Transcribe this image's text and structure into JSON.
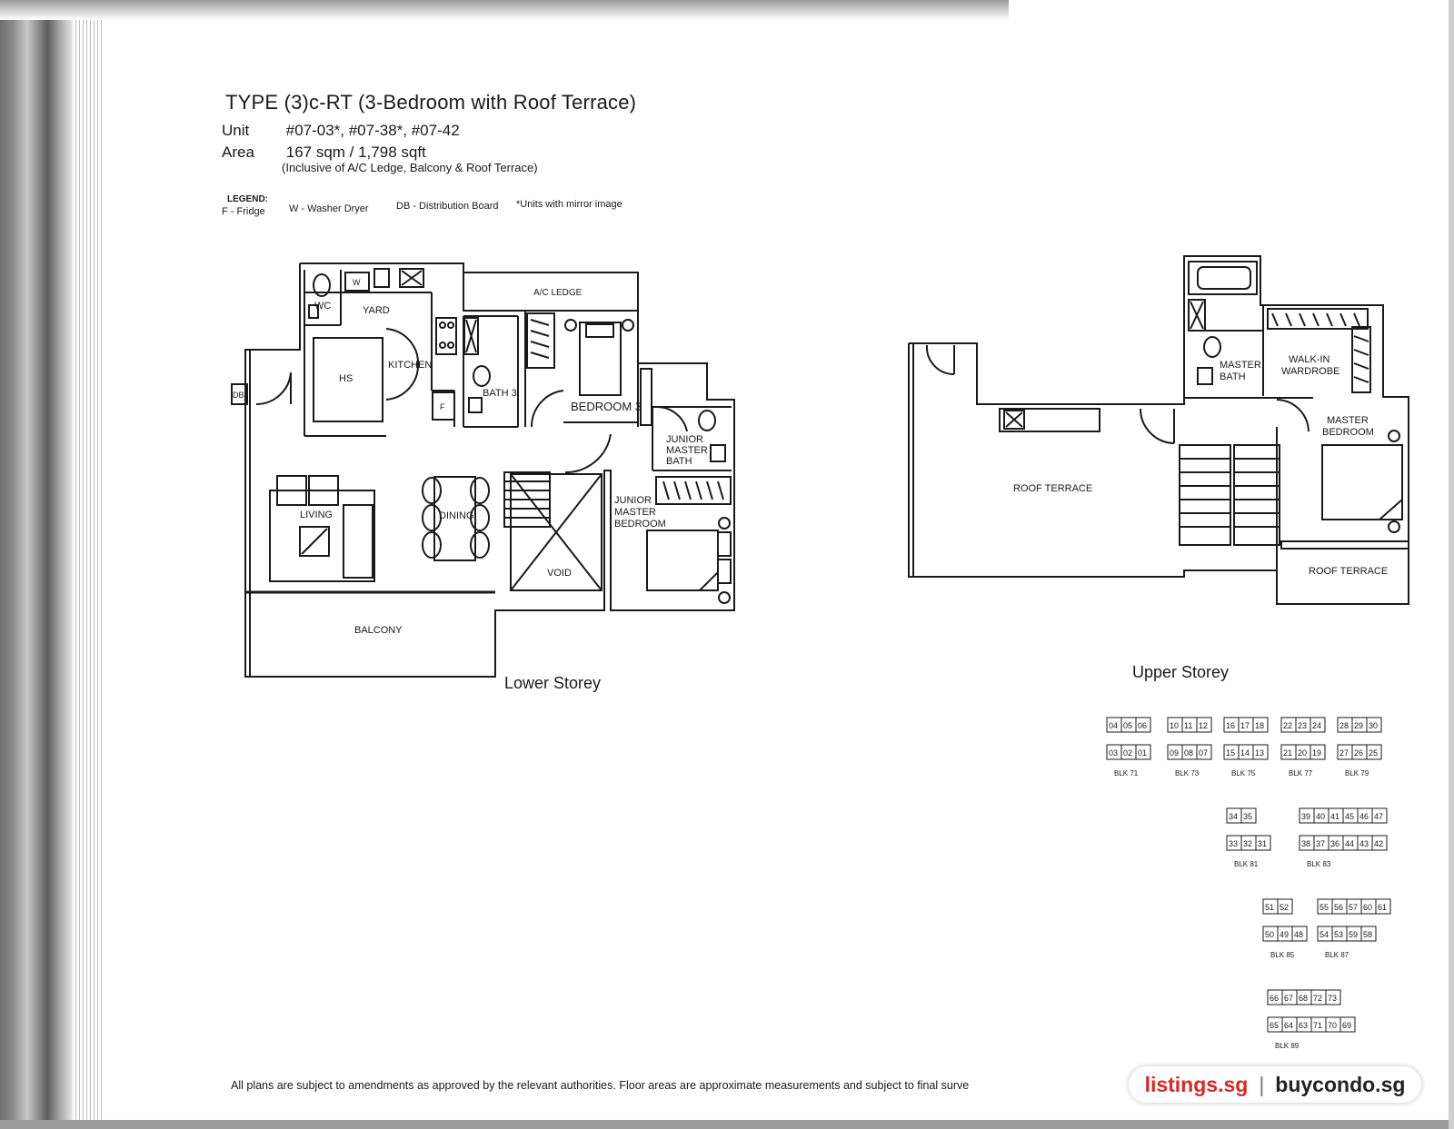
{
  "header": {
    "title": "TYPE (3)c-RT (3-Bedroom with Roof Terrace)",
    "unit_label": "Unit",
    "unit_value": "#07-03*, #07-38*, #07-42",
    "area_label": "Area",
    "area_value": "167 sqm / 1,798 sqft",
    "area_note": "(Inclusive of A/C Ledge, Balcony & Roof Terrace)"
  },
  "legend": {
    "heading": "LEGEND:",
    "items": [
      "F - Fridge",
      "W - Washer Dryer",
      "DB - Distribution Board",
      "*Units with mirror image"
    ]
  },
  "lower_storey": {
    "caption": "Lower Storey",
    "rooms": {
      "wc": "WC",
      "yard": "YARD",
      "w": "W",
      "hs": "HS",
      "kitchen": "KITCHEN",
      "f": "F",
      "db": "DB",
      "ac_ledge": "A/C LEDGE",
      "bath3": "BATH 3",
      "bedroom3": "BEDROOM 3",
      "jm_bath": [
        "JUNIOR",
        "MASTER",
        "BATH"
      ],
      "jm_bedroom": [
        "JUNIOR",
        "MASTER",
        "BEDROOM"
      ],
      "living": "LIVING",
      "dining": "DINING",
      "void": "VOID",
      "balcony": "BALCONY"
    }
  },
  "upper_storey": {
    "caption": "Upper Storey",
    "rooms": {
      "roof_terrace_main": "ROOF TERRACE",
      "master_bath": [
        "MASTER",
        "BATH"
      ],
      "walkin": [
        "WALK-IN",
        "WARDROBE"
      ],
      "master_bedroom": [
        "MASTER",
        "BEDROOM"
      ],
      "roof_terrace_small": "ROOF TERRACE"
    }
  },
  "key_plan": {
    "row1": [
      {
        "block": "BLK 71",
        "top": [
          "04",
          "05",
          "06"
        ],
        "bottom": [
          "03",
          "02",
          "01"
        ]
      },
      {
        "block": "BLK 73",
        "top": [
          "10",
          "11",
          "12"
        ],
        "bottom": [
          "09",
          "08",
          "07"
        ]
      },
      {
        "block": "BLK 75",
        "top": [
          "16",
          "17",
          "18"
        ],
        "bottom": [
          "15",
          "14",
          "13"
        ]
      },
      {
        "block": "BLK 77",
        "top": [
          "22",
          "23",
          "24"
        ],
        "bottom": [
          "21",
          "20",
          "19"
        ]
      },
      {
        "block": "BLK 79",
        "top": [
          "28",
          "29",
          "30"
        ],
        "bottom": [
          "27",
          "26",
          "25"
        ]
      }
    ],
    "row2": [
      {
        "block": "BLK 81",
        "top": [
          "34",
          "35"
        ],
        "bottom": [
          "33",
          "32",
          "31"
        ]
      },
      {
        "block": "BLK 83",
        "top": [
          "39",
          "40",
          "41",
          "45",
          "46",
          "47"
        ],
        "bottom": [
          "38",
          "37",
          "36",
          "44",
          "43",
          "42"
        ]
      }
    ],
    "row3": [
      {
        "block": "BLK 85",
        "top": [
          "51",
          "52"
        ],
        "bottom": [
          "50",
          "49",
          "48"
        ]
      },
      {
        "block": "BLK 87",
        "top": [
          "55",
          "56",
          "57",
          "60",
          "61"
        ],
        "bottom": [
          "54",
          "53",
          "59",
          "58"
        ]
      }
    ],
    "row4": [
      {
        "block": "BLK 89",
        "top": [
          "66",
          "67",
          "68",
          "72",
          "73"
        ],
        "bottom": [
          "65",
          "64",
          "63",
          "71",
          "70",
          "69"
        ]
      }
    ]
  },
  "disclaimer": "All plans are subject to amendments as approved by the relevant authorities. Floor areas are approximate measurements and subject to final surve",
  "watermark": {
    "left": "listings.sg",
    "separator": "|",
    "right": "buycondo.sg"
  }
}
